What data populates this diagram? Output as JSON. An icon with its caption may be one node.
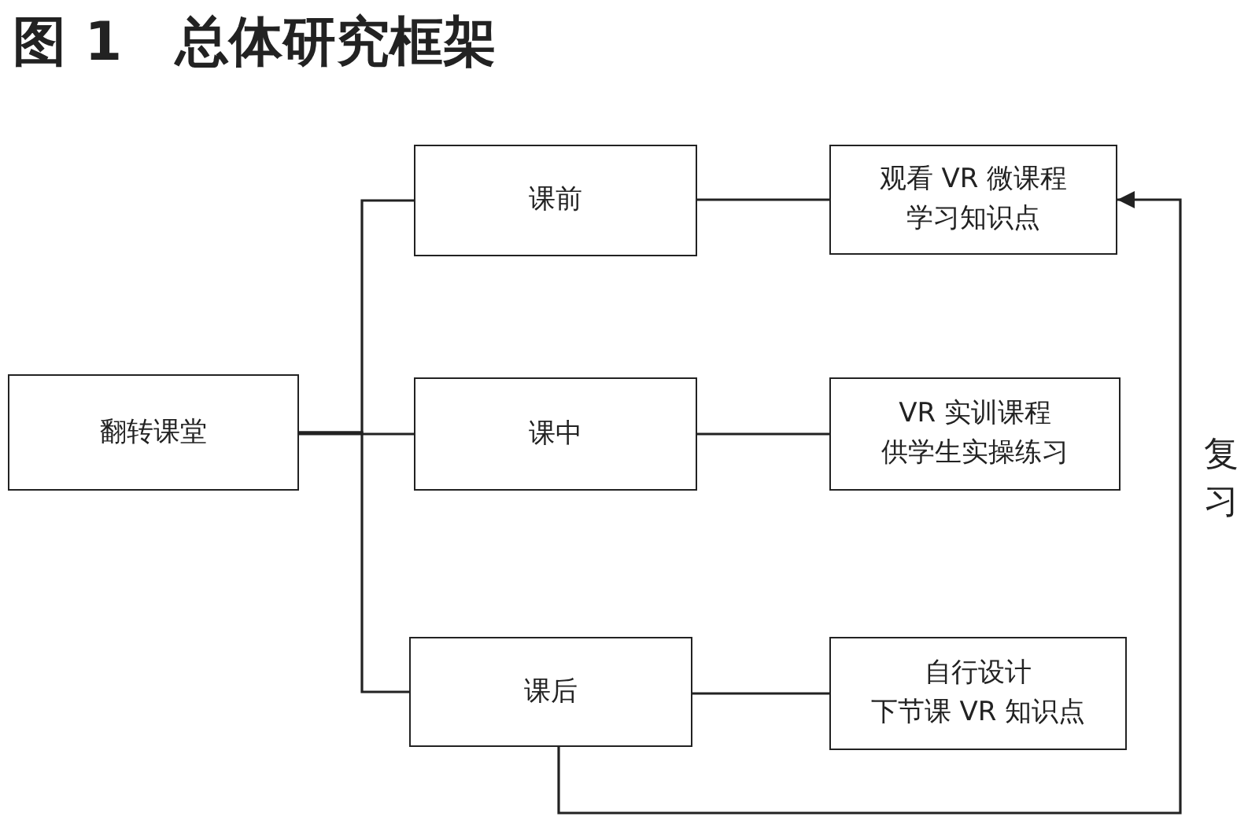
{
  "diagram": {
    "title": "图 1　总体研究框架",
    "nodes": [
      {
        "text": [
          "翻转课堂"
        ]
      },
      {
        "text": [
          "课前"
        ]
      },
      {
        "text": [
          "课中"
        ]
      },
      {
        "text": [
          "课后"
        ]
      },
      {
        "text": [
          "观看 VR 微课程学习知识点"
        ]
      },
      {
        "text": [
          "VR 实训课程供学生实操练习"
        ]
      },
      {
        "text": [
          "自行设计下节课 VR 知识点"
        ]
      }
    ],
    "edges": [
      {
        "from": 0,
        "to": 1,
        "arrow": "none"
      },
      {
        "from": 0,
        "to": 2,
        "arrow": "none"
      },
      {
        "from": 0,
        "to": 3,
        "arrow": "none"
      },
      {
        "from": 1,
        "to": 4,
        "arrow": "none"
      },
      {
        "from": 2,
        "to": 5,
        "arrow": "none"
      },
      {
        "from": 3,
        "to": 6,
        "arrow": "none"
      },
      {
        "from": 3,
        "to": 4,
        "arrow": "to",
        "label": "复习"
      }
    ]
  }
}
